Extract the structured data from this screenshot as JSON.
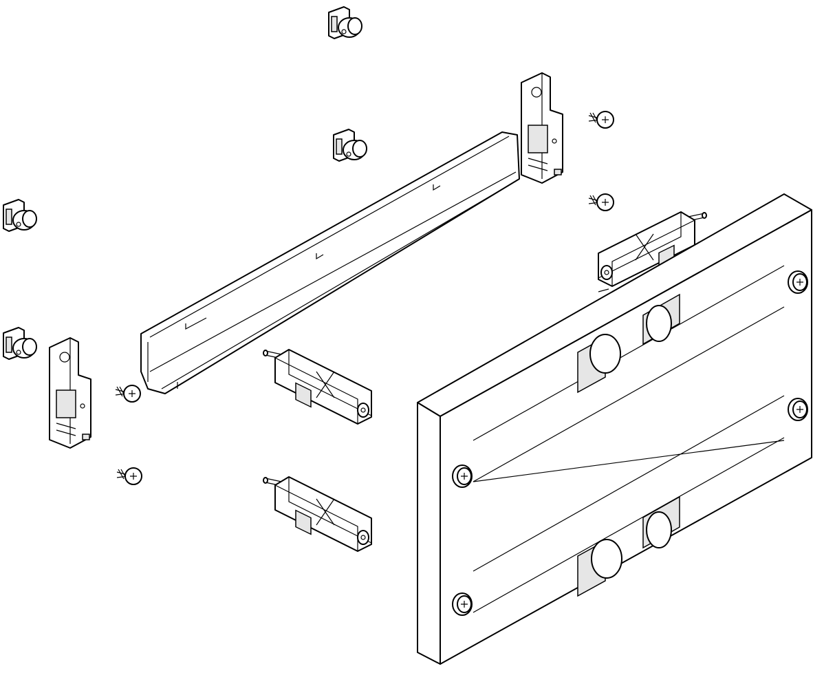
{
  "colors": {
    "stroke": "#000000",
    "fill": "#ffffff",
    "shade": "#e6e6e6"
  },
  "parts": {
    "panel": "busbar-cover-panel",
    "rail": "mounting-rail",
    "clips": "cable-clip",
    "brackets": "end-bracket",
    "connectors": "terminal-connector",
    "screws": "self-tapping-screw"
  }
}
